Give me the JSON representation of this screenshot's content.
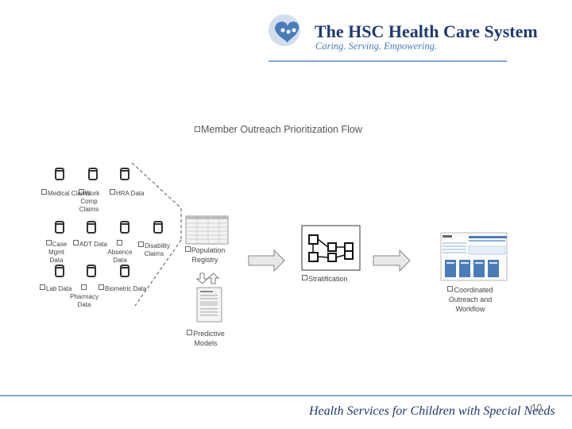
{
  "header": {
    "title": "The HSC Health Care System",
    "tagline": "Caring. Serving. Empowering."
  },
  "flow_title": "Member Outreach Prioritization Flow",
  "data_sources": [
    {
      "label": "Medical Claims"
    },
    {
      "label": "Work Comp Claims"
    },
    {
      "label": "HRA Data"
    },
    {
      "label": "Case Mgmt Data"
    },
    {
      "label": "ADT Data"
    },
    {
      "label": "Absence Data"
    },
    {
      "label": "Disability Claims"
    },
    {
      "label": "Lab Data"
    },
    {
      "label": "Pharmacy Data"
    },
    {
      "label": "Biometric Data"
    }
  ],
  "stages": {
    "population_registry": "Population Registry",
    "stratification": "Stratification",
    "predictive_models": "Predictive Models",
    "coordinated_outreach": "Coordinated Outreach and Workflow"
  },
  "footer": {
    "text": "Health Services for Children with Special Needs",
    "page_number": "10"
  },
  "colors": {
    "brand_navy": "#1f3a6e",
    "brand_blue": "#4a7cb8",
    "rule_blue": "#7fa9d4"
  }
}
